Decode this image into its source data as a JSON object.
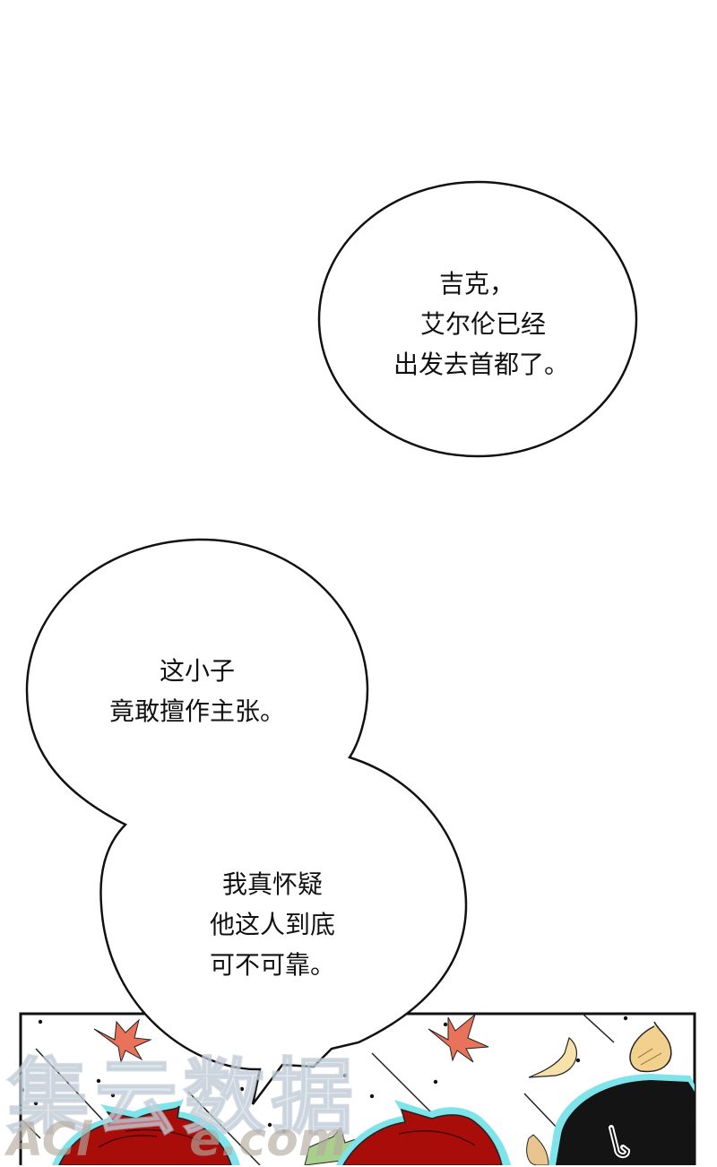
{
  "bubbles": [
    {
      "id": "bubble-1",
      "lines": [
        "吉克，",
        "艾尔伦已经",
        "出发去首都了。"
      ]
    },
    {
      "id": "bubble-2",
      "lines": [
        "这小子",
        "竟敢擅作主张。"
      ]
    },
    {
      "id": "bubble-3",
      "lines": [
        "我真怀疑",
        "他这人到底",
        "可不可靠。"
      ]
    }
  ],
  "watermark": {
    "cn": "集云数据",
    "en": "ACl      e.com"
  },
  "colors": {
    "background": "#ffffff",
    "outline": "#111111",
    "red_hair": "#a80d0a",
    "black_hair": "#141414",
    "glow": "#7fe3ea",
    "maple_leaf": "#e8735a",
    "yellow_leaf": "#f2d18e",
    "green_leaf": "#a9cf8c"
  }
}
